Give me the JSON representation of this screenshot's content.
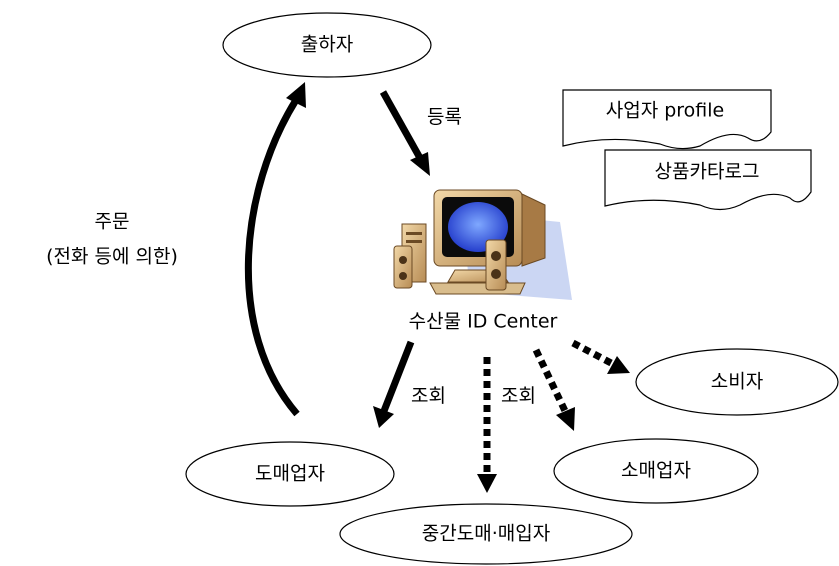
{
  "nodes": {
    "shipper": "출하자",
    "wholesaler": "도매업자",
    "intermediate": "중간도매·매입자",
    "retailer": "소매업자",
    "consumer": "소비자",
    "center": "수산물 ID Center"
  },
  "notes": {
    "business_profile": "사업자 profile",
    "product_catalog": "상품카타로그"
  },
  "edges": {
    "register": "등록",
    "order_line1": "주문",
    "order_line2": "(전화 등에 의한)",
    "query_wholesaler": "조회",
    "query_other": "조회"
  }
}
